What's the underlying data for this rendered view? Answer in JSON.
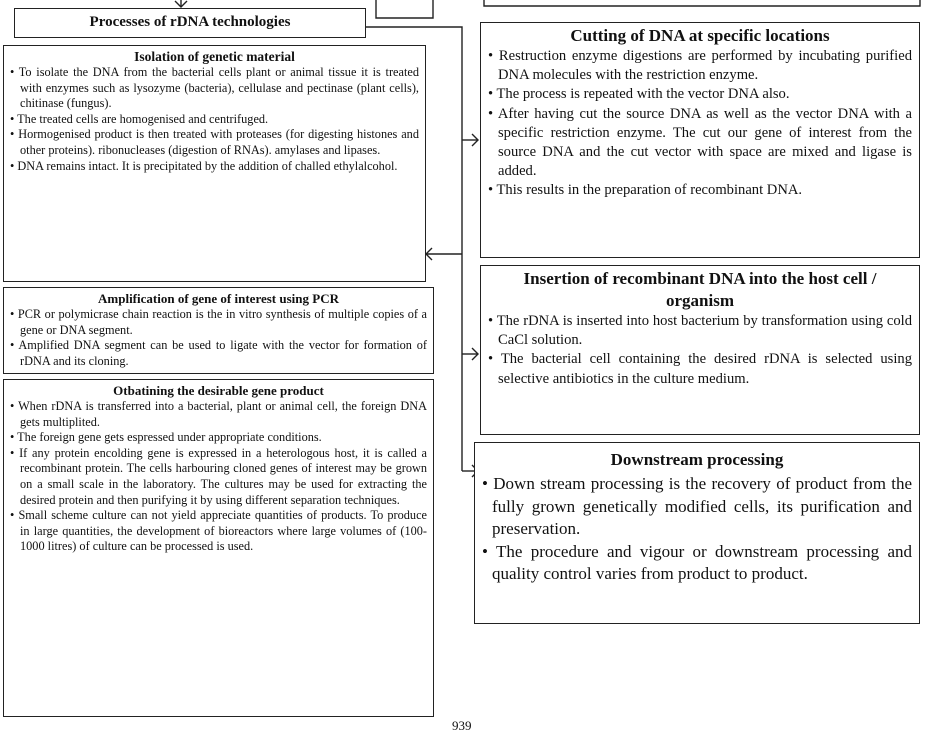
{
  "processes_label": "Processes of rDNA technologies",
  "isolation": {
    "title": "Isolation of genetic material",
    "points": [
      "To isolate the DNA from the bacterial cells plant or animal tissue it is treated with enzymes such as lysozyme (bacteria), cellulase and pectinase (plant cells), chitinase (fungus).",
      "The treated cells are homogenised and centrifuged.",
      "Hormogenised product is then treated with proteases (for digesting histones and other proteins). ribonucleases (digestion of RNAs). amylases and lipases.",
      "DNA remains intact. It is precipitated by the addition of challed ethylalcohol."
    ]
  },
  "amplification": {
    "title": "Amplification of gene of interest using PCR",
    "points": [
      "PCR or polymicrase chain reaction is the in vitro synthesis of multiple copies of a gene or DNA segment.",
      "Amplified DNA segment can be used to ligate with the vector for formation of rDNA and its cloning."
    ]
  },
  "obtaining": {
    "title": "Otbatining the desirable gene product",
    "points": [
      "When rDNA is transferred into a bacterial, plant or animal cell, the foreign DNA gets multiplited.",
      "The foreign gene gets espressed under appropriate conditions.",
      "If any protein encolding gene is expressed in a heterologous host, it is called a recombinant protein. The cells harbouring cloned genes of interest may be grown on a small scale in the laboratory. The cultures may be used for extracting the desired protein and then purifying it by using different separation techniques.",
      "Small scheme culture can not yield appreciate quantities of products. To produce in large quantities, the development of bioreactors where large volumes of (100-1000 litres) of culture can be processed is used."
    ]
  },
  "cutting": {
    "title": "Cutting of DNA at specific locations",
    "points": [
      "Restruction enzyme digestions are performed by incubating purified DNA molecules with the restriction enzyme.",
      "The process is repeated with the vector DNA also.",
      "After having cut the source DNA as well as the vector DNA with a specific restriction enzyme. The cut our gene of interest from the source DNA and the cut vector with space are mixed and ligase is added.",
      "This results in the preparation of recombinant DNA."
    ]
  },
  "insertion": {
    "title": "Insertion of recombinant DNA into the host cell / organism",
    "points": [
      "The rDNA is inserted into host bacterium by transformation using cold CaCl solution.",
      "The bacterial cell containing the desired rDNA is selected using selective antibiotics in the culture medium."
    ]
  },
  "downstream": {
    "title": "Downstream processing",
    "points": [
      "Down stream processing is the recovery of product from the fully grown genetically modified cells, its purification and preservation.",
      "The procedure and vigour or downstream processing and quality control varies from product to product."
    ]
  },
  "page_number": "939"
}
